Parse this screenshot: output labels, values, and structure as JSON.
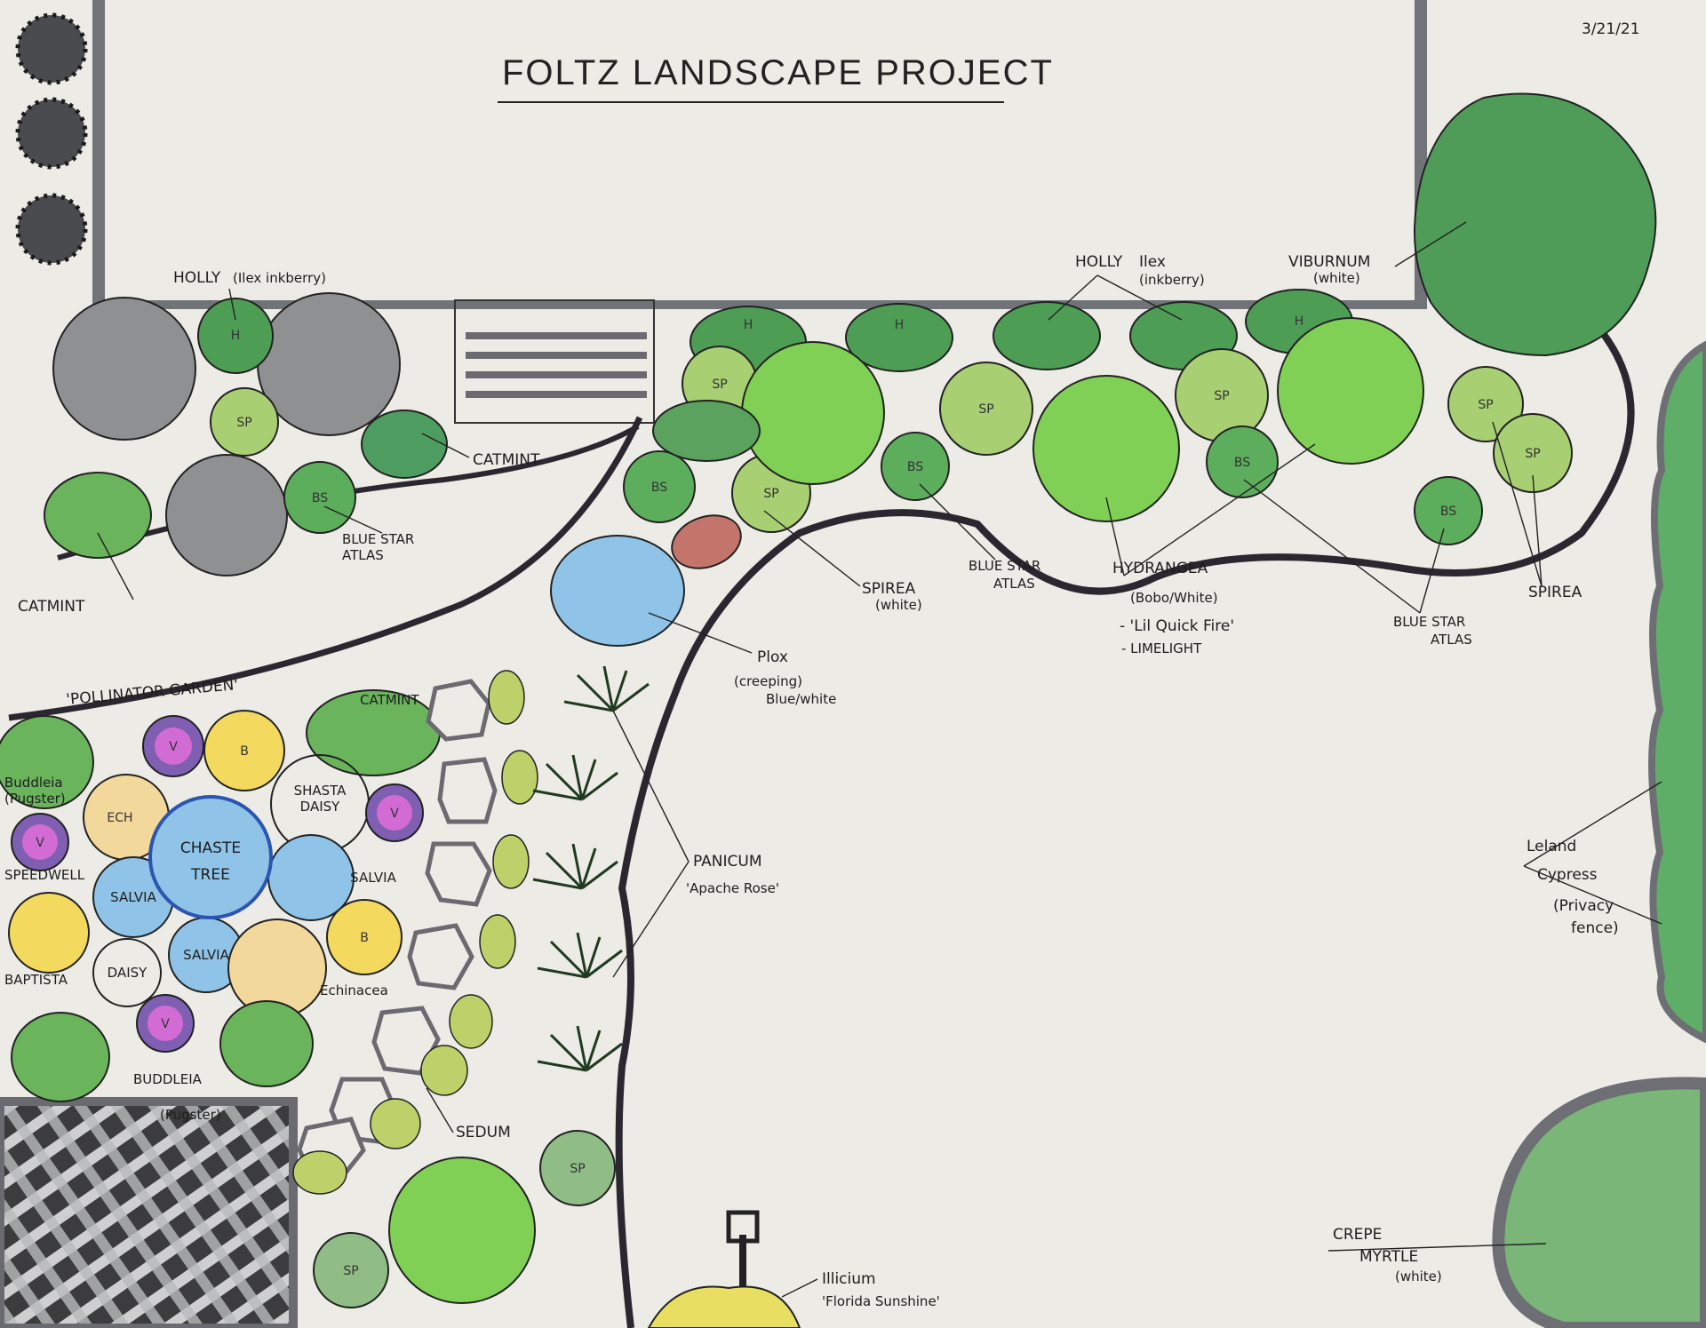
{
  "title": "FOLTZ LANDSCAPE PROJECT",
  "date": "3/21/21",
  "colors": {
    "paper": "#ecebe6",
    "gray_shrub": "#8e9092",
    "dark_green": "#4d9d55",
    "bright_green": "#7fd054",
    "light_green": "#a9cf73",
    "blue": "#8fc4e8",
    "yellow": "#f3da5e",
    "purple": "#7f5fb2",
    "magenta": "#d26bd4",
    "terracotta": "#c4756b",
    "bed_edge": "#2a2730"
  },
  "codes": {
    "holly": "H",
    "spirea": "SP",
    "blue_star": "BS",
    "baptista": "B",
    "echinacea": "ECH",
    "speedwell": "V"
  },
  "labels": {
    "holly_left_1": "HOLLY",
    "holly_left_2": "(Ilex inkberry)",
    "catmint_left": "CATMINT",
    "catmint_mid": "CATMINT",
    "blue_star_left_1": "BLUE STAR",
    "blue_star_left_2": "ATLAS",
    "holly_right_1": "HOLLY",
    "holly_right_2": "Ilex",
    "holly_right_3": "(inkberry)",
    "viburnum_1": "VIBURNUM",
    "viburnum_2": "(white)",
    "spirea_mid_1": "SPIREA",
    "spirea_mid_2": "(white)",
    "blue_star_mid_1": "BLUE STAR",
    "blue_star_mid_2": "ATLAS",
    "hydrangea_1": "HYDRANGEA",
    "hydrangea_2": "(Bobo/White)",
    "hydrangea_3": "- 'Lil Quick Fire'",
    "hydrangea_4": "- LIMELIGHT",
    "blue_star_right_1": "BLUE STAR",
    "blue_star_right_2": "ATLAS",
    "spirea_right": "SPIREA",
    "phlox_1": "Plox",
    "phlox_2": "(creeping)",
    "phlox_3": "Blue/white",
    "pollinator": "'POLLINATOR GARDEN'",
    "catmint_pollinator": "CATMINT",
    "buddleia_top_1": "Buddleia",
    "buddleia_top_2": "(Pugster)",
    "chaste_1": "CHASTE",
    "chaste_2": "TREE",
    "shasta_1": "SHASTA",
    "shasta_2": "DAISY",
    "salvia_1": "SALVIA",
    "salvia_2": "SALVIA",
    "salvia_3": "SALVIA",
    "speedwell": "SPEEDWELL",
    "baptista": "BAPTISTA",
    "daisy": "DAISY",
    "echinacea": "Echinacea",
    "buddleia_bottom_1": "BUDDLEIA",
    "buddleia_bottom_2": "(Pugster)",
    "panicum_1": "PANICUM",
    "panicum_2": "'Apache Rose'",
    "sedum": "SEDUM",
    "leland_1": "Leland",
    "leland_2": "Cypress",
    "leland_3": "(Privacy",
    "leland_4": "fence)",
    "crepe_1": "CREPE",
    "crepe_2": "MYRTLE",
    "crepe_3": "(white)",
    "illicium_1": "Illicium",
    "illicium_2": "'Florida Sunshine'"
  }
}
